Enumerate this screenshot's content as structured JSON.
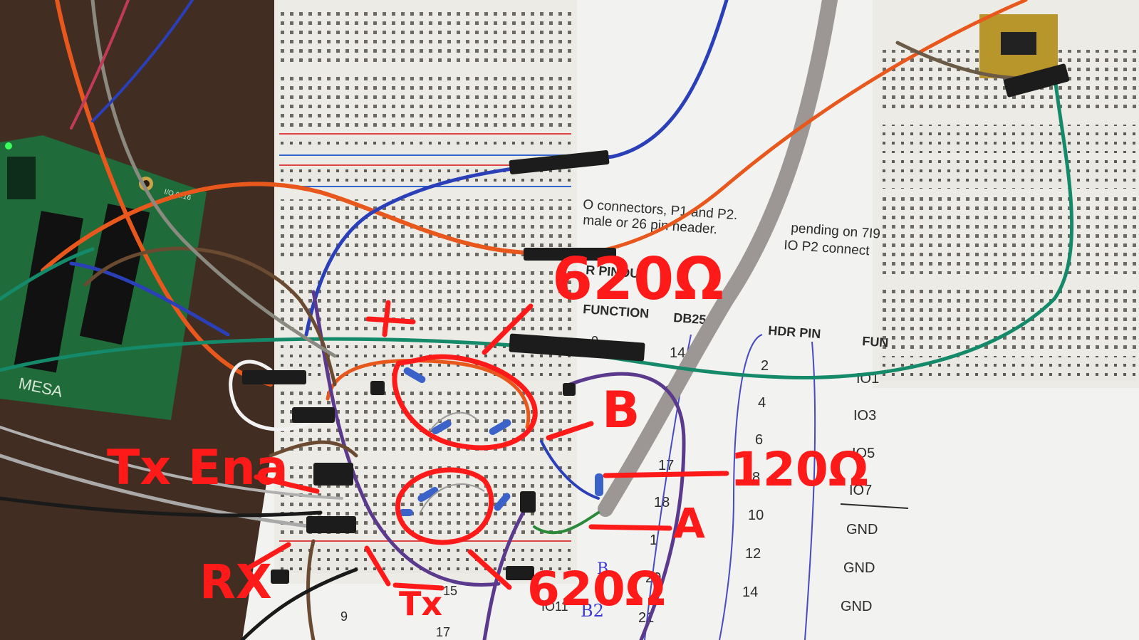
{
  "doc_text": {
    "line1": "O connectors, P1 and P2.",
    "line1b": "pending on 7I9",
    "line2": "male or 26 pin header.",
    "line2b": "IO P2 connect",
    "pinout": "R PINOUT",
    "col_function": "FUNCTION",
    "col_db25": "DB25 P",
    "col_hdr": "HDR PIN",
    "col_func2": "FUN",
    "db25": [
      "14",
      "15",
      "17",
      "18",
      "1",
      "20",
      "21"
    ],
    "db25_small": "15",
    "db25_small2": "17",
    "hdr": [
      "2",
      "4",
      "6",
      "8",
      "10",
      "12",
      "14"
    ],
    "funcs": [
      "IO1",
      "IO3",
      "IO5",
      "IO7",
      "GND",
      "GND",
      "GND"
    ],
    "left_bottom": "9",
    "io11": "IO11",
    "zero_row": "0"
  },
  "annotations": {
    "r_top": "620Ω",
    "r_mid": "120Ω",
    "r_bot": "620Ω",
    "b": "B",
    "a": "A",
    "tx_ena": "Tx Ena",
    "rx": "RX",
    "tx": "Tx",
    "plus": "+"
  },
  "pencil": {
    "b_mark": "B",
    "b2": "B2"
  },
  "board_label": {
    "mesa": "MESA",
    "io": "I/O 0..16"
  },
  "colors": {
    "wood": "#4a3426",
    "breadboard": "#ecebe6",
    "paper": "#f2f2f0",
    "pcb": "#1f6b3a",
    "wire_orange": "#e8581c",
    "wire_blue": "#2a3fb8",
    "wire_teal": "#158a6a",
    "wire_gray": "#9c9794",
    "wire_purple": "#5b3a8e",
    "wire_brown": "#6b4a32",
    "annotation_red": "#ff1a1a"
  }
}
